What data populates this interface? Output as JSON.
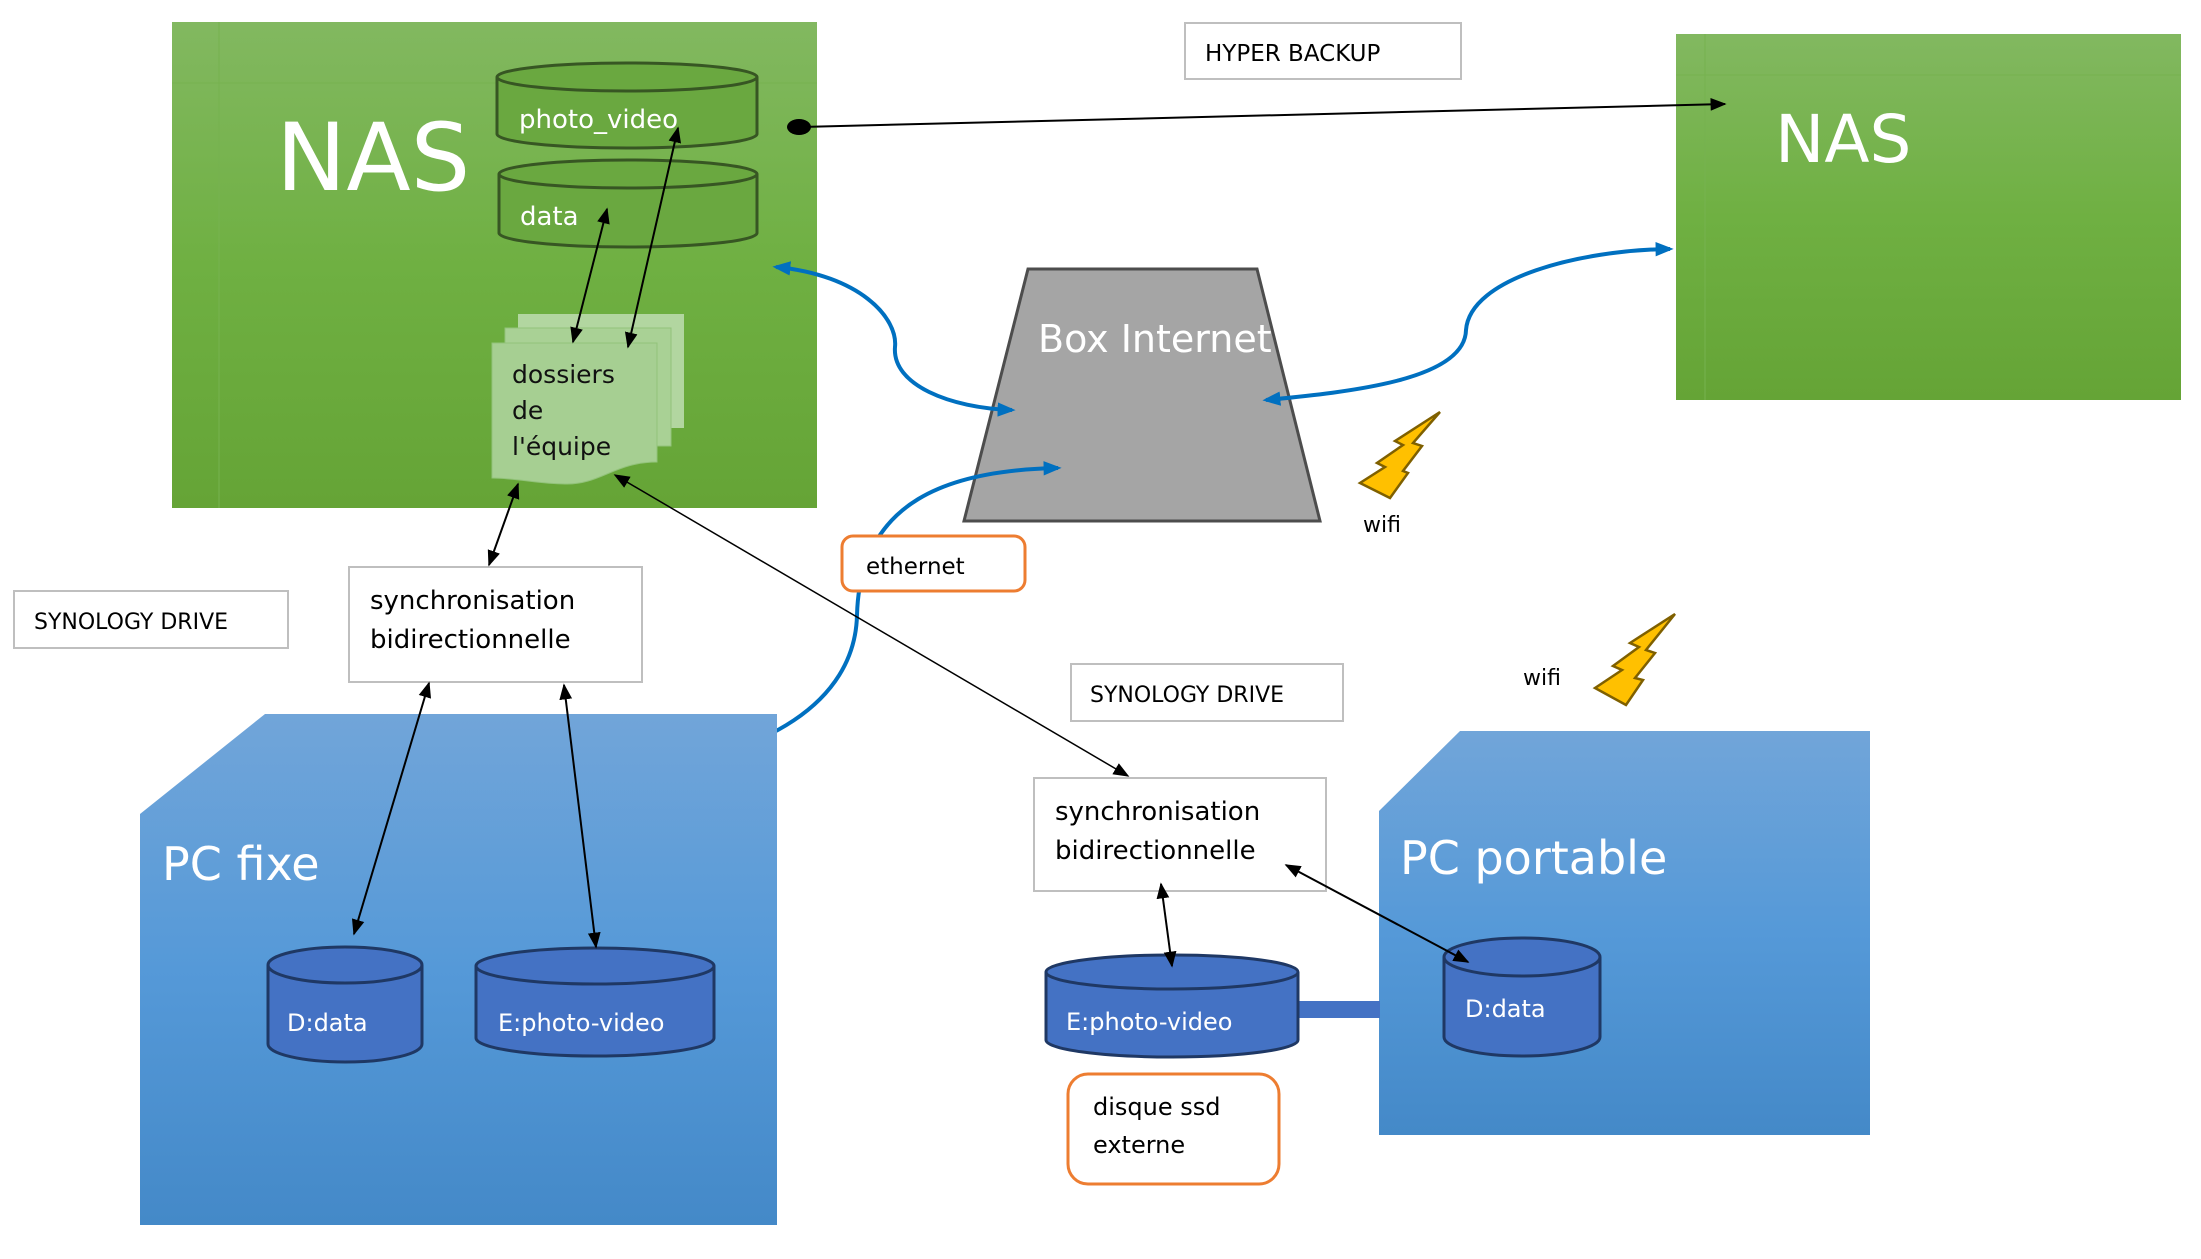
{
  "nas_main": {
    "title": "NAS",
    "volumes": [
      {
        "label": "photo_video"
      },
      {
        "label": "data"
      }
    ],
    "shared_folder": {
      "lines": [
        "dossiers",
        "de",
        "l'équipe"
      ]
    }
  },
  "nas_backup": {
    "title": "NAS"
  },
  "hyper_backup": {
    "label": "HYPER BACKUP"
  },
  "box_internet": {
    "label": "Box Internet"
  },
  "wifi_labels": [
    "wifi",
    "wifi"
  ],
  "ethernet": {
    "label": "ethernet"
  },
  "synology_drive_labels": [
    "SYNOLOGY DRIVE",
    "SYNOLOGY DRIVE"
  ],
  "sync_boxes": [
    {
      "lines": [
        "synchronisation",
        "bidirectionnelle"
      ]
    },
    {
      "lines": [
        "synchronisation",
        "bidirectionnelle"
      ]
    }
  ],
  "pc_fixe": {
    "title": "PC fixe",
    "drives": [
      {
        "label": "D:data"
      },
      {
        "label": "E:photo-video"
      }
    ]
  },
  "pc_portable": {
    "title": "PC portable",
    "drives": [
      {
        "label": "D:data"
      }
    ]
  },
  "external_ssd": {
    "drive_label": "E:photo-video",
    "note_lines": [
      "disque ssd",
      "externe"
    ]
  },
  "colors": {
    "nas_green_top": "#82b860",
    "nas_green_bottom": "#65a436",
    "pc_blue_top": "#6fa3d8",
    "pc_blue_bottom": "#4489c8",
    "drive_blue": "#4472c4",
    "drive_stroke": "#1f3864",
    "box_gray": "#a5a5a5",
    "link_blue": "#0070c0",
    "callout_orange": "#ed7d31",
    "bolt_yellow": "#ffc000",
    "bolt_stroke": "#7f6000"
  }
}
